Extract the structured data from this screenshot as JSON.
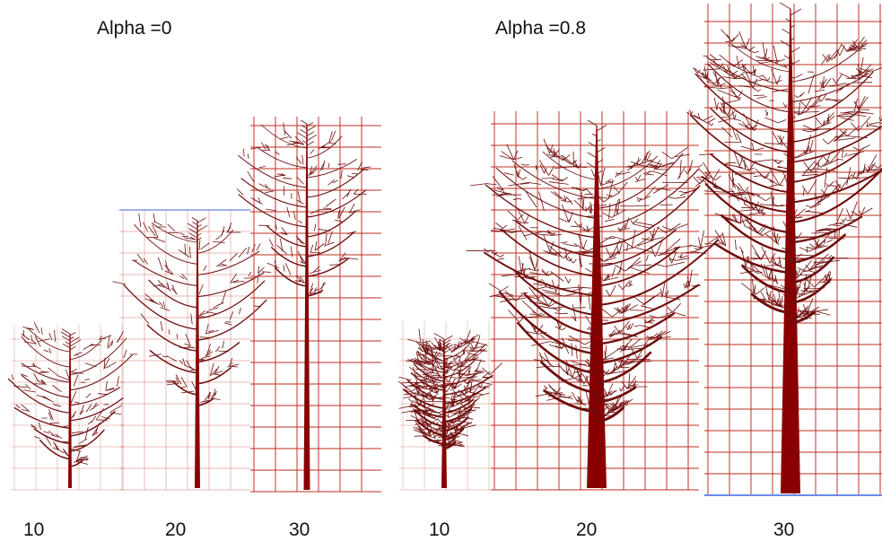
{
  "groups": [
    {
      "title": "Alpha =0",
      "alpha": 0,
      "panels": [
        {
          "label": "10"
        },
        {
          "label": "20"
        },
        {
          "label": "30"
        }
      ]
    },
    {
      "title": "Alpha =0.8",
      "alpha": 0.8,
      "panels": [
        {
          "label": "10"
        },
        {
          "label": "20"
        },
        {
          "label": "30"
        }
      ]
    }
  ],
  "colors": {
    "tree": "#6e0d0d",
    "trunk": "#8a0000",
    "grid": "#c0392b",
    "baseline": "#6b8be8",
    "text": "#111111"
  }
}
